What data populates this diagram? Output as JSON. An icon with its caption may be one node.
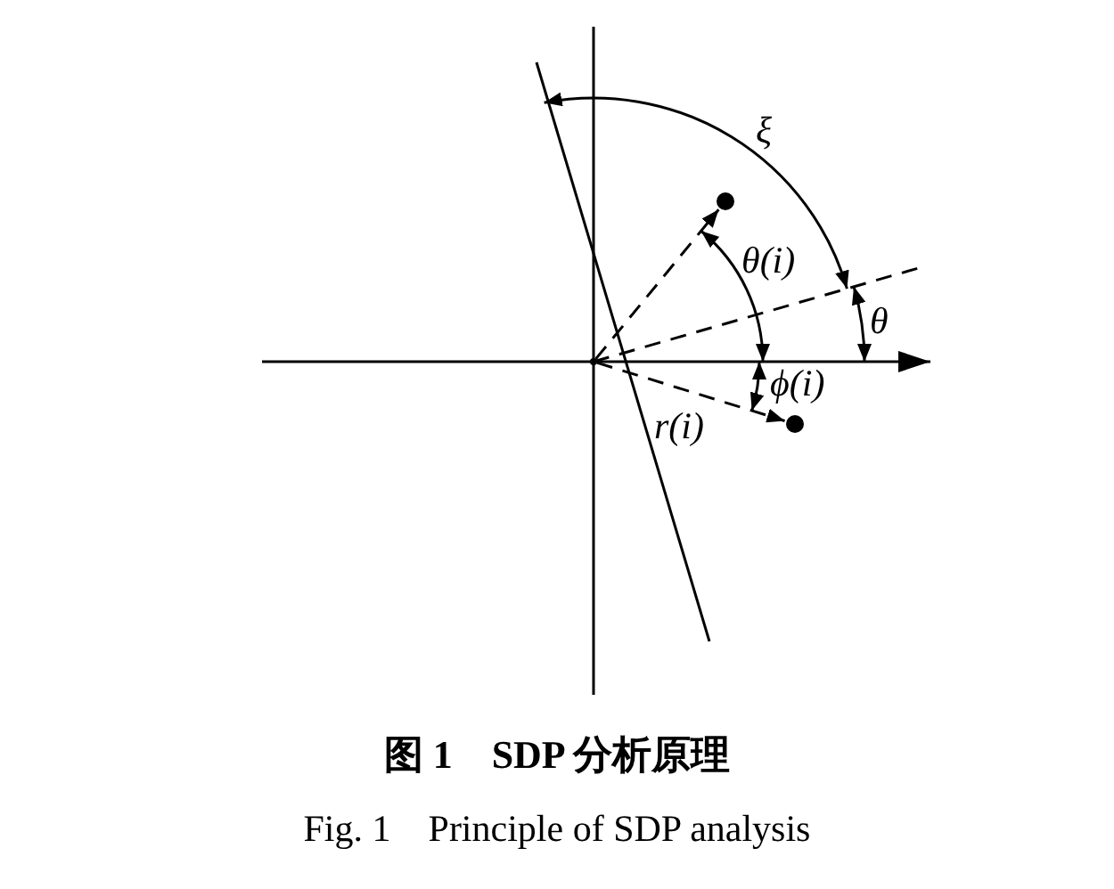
{
  "diagram": {
    "caption": "图 1　SDP 分析原理",
    "nodes": [
      {
        "text": [],
        "shape": "circle"
      },
      {
        "text": [],
        "shape": "circle"
      },
      {
        "text": [],
        "shape": "point"
      }
    ],
    "edges": [
      {
        "from": 2,
        "to": 0,
        "arrow": "to",
        "style": "dashed"
      },
      {
        "from": 2,
        "to": 1,
        "arrow": "to",
        "style": "dashed"
      }
    ],
    "labels": [
      "ξ",
      "θ(i)",
      "θ",
      "ϕ(i)",
      "r(i)",
      "Fig. 1　Principle of SDP analysis"
    ]
  }
}
